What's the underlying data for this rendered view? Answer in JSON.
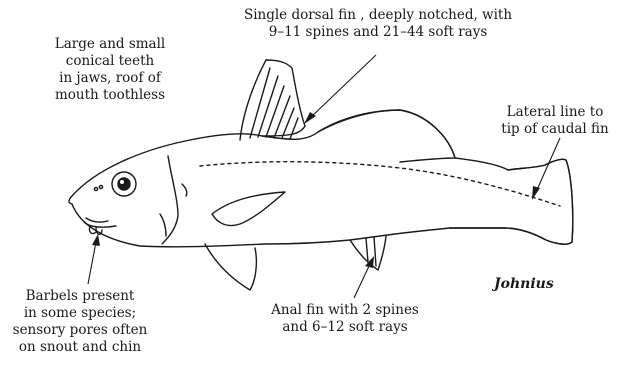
{
  "labels": {
    "dorsal_fin": [
      "Single dorsal fin , deeply notched, with",
      "9–11 spines and 21–44 soft rays"
    ],
    "teeth": [
      "Large and small",
      "conical teeth",
      "in jaws, roof of",
      "mouth toothless"
    ],
    "lateral_line": [
      "Lateral line to",
      "tip of caudal fin"
    ],
    "barbels": [
      "Barbels present",
      "in some species;",
      "sensory pores often",
      "on snout and chin"
    ],
    "anal_fin": [
      "Anal fin with 2 spines",
      "and 6–12 soft rays"
    ]
  },
  "genus": "Johnius"
}
